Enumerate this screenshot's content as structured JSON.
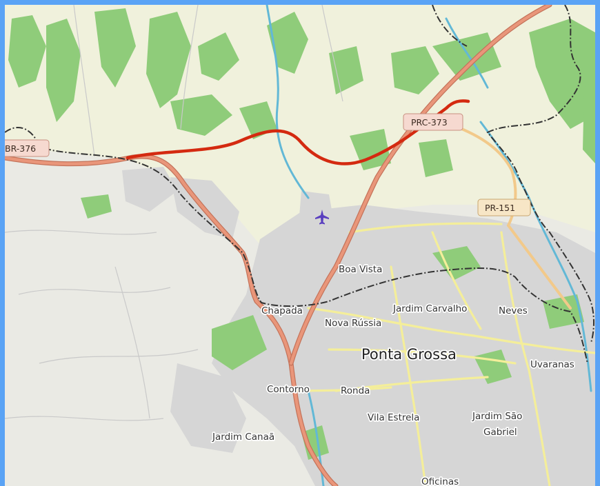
{
  "map": {
    "route_shields": {
      "br376": "BR-376",
      "prc373": "PRC-373",
      "pr151": "PR-151"
    },
    "places": {
      "boa_vista": "Boa Vista",
      "chapada": "Chapada",
      "jardim_carvalho": "Jardim Carvalho",
      "neves": "Neves",
      "nova_russia": "Nova Rússia",
      "ponta_grossa": "Ponta Grossa",
      "uvaranas": "Uvaranas",
      "contorno": "Contorno",
      "ronda": "Ronda",
      "vila_estrela": "Vila Estrela",
      "jardim_sao_gabriel_1": "Jardim São",
      "jardim_sao_gabriel_2": "Gabriel",
      "jardim_canaa": "Jardim Canaã",
      "oficinas": "Oficinas"
    },
    "icons": {
      "airport": "airplane-icon"
    },
    "colors": {
      "frame": "#5aa3f5",
      "highlighted_route": "#d42a10",
      "highway": "#e9967a",
      "secondary_road": "#f2c98a",
      "urban_road": "#f4ee9a",
      "vegetation": "#8fcc7a",
      "water": "#62b8d6",
      "boundary": "#333333"
    }
  }
}
